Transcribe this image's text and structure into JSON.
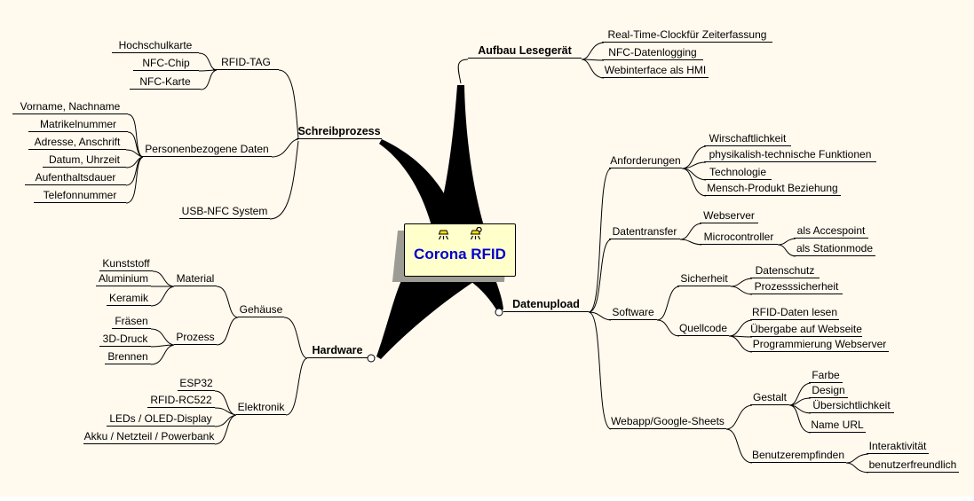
{
  "colors": {
    "background": "#FFF9EE",
    "line": "#000000",
    "root_fill": "#FFFFCC",
    "root_text": "#0000CC",
    "root_shadow": "#9C9C94",
    "icon_yellow": "#FFDF00"
  },
  "root": {
    "label": "Corona RFID",
    "icons": [
      "lamp-icon",
      "lamp-hook-icon"
    ]
  },
  "branches": [
    {
      "label": "Schreibprozess",
      "children": [
        {
          "label": "RFID-TAG",
          "children": [
            {
              "label": "Hochschulkarte"
            },
            {
              "label": "NFC-Chip"
            },
            {
              "label": "NFC-Karte"
            }
          ]
        },
        {
          "label": "Personenbezogene Daten",
          "children": [
            {
              "label": "Vorname, Nachname"
            },
            {
              "label": "Matrikelnummer"
            },
            {
              "label": "Adresse, Anschrift"
            },
            {
              "label": "Datum, Uhrzeit"
            },
            {
              "label": "Aufenthaltsdauer"
            },
            {
              "label": "Telefonnummer"
            }
          ]
        },
        {
          "label": "USB-NFC System"
        }
      ]
    },
    {
      "label": "Aufbau Lesegerät",
      "children": [
        {
          "label": "Real-Time-Clockfür Zeiterfassung"
        },
        {
          "label": "NFC-Datenlogging"
        },
        {
          "label": "Webinterface als HMI"
        }
      ]
    },
    {
      "label": "Datenupload",
      "children": [
        {
          "label": "Anforderungen",
          "children": [
            {
              "label": "Wirschaftlichkeit"
            },
            {
              "label": "physikalish-technische Funktionen"
            },
            {
              "label": "Technologie"
            },
            {
              "label": "Mensch-Produkt Beziehung"
            }
          ]
        },
        {
          "label": "Datentransfer",
          "children": [
            {
              "label": "Webserver"
            },
            {
              "label": "Microcontroller",
              "children": [
                {
                  "label": "als Accespoint"
                },
                {
                  "label": "als Stationmode"
                }
              ]
            }
          ]
        },
        {
          "label": "Software",
          "children": [
            {
              "label": "Sicherheit",
              "children": [
                {
                  "label": "Datenschutz"
                },
                {
                  "label": "Prozesssicherheit"
                }
              ]
            },
            {
              "label": "Quellcode",
              "children": [
                {
                  "label": "RFID-Daten lesen"
                },
                {
                  "label": "Übergabe auf Webseite"
                },
                {
                  "label": "Programmierung Webserver"
                }
              ]
            }
          ]
        },
        {
          "label": "Webapp/Google-Sheets",
          "children": [
            {
              "label": "Gestalt",
              "children": [
                {
                  "label": "Farbe"
                },
                {
                  "label": "Design"
                },
                {
                  "label": "Übersichtlichkeit"
                },
                {
                  "label": "Name URL"
                }
              ]
            },
            {
              "label": "Benutzerempfinden",
              "children": [
                {
                  "label": "Interaktivität"
                },
                {
                  "label": "benutzerfreundlich"
                }
              ]
            }
          ]
        }
      ]
    },
    {
      "label": "Hardware",
      "children": [
        {
          "label": "Gehäuse",
          "children": [
            {
              "label": "Material",
              "children": [
                {
                  "label": "Kunststoff"
                },
                {
                  "label": "Aluminium"
                },
                {
                  "label": "Keramik"
                }
              ]
            },
            {
              "label": "Prozess",
              "children": [
                {
                  "label": "Fräsen"
                },
                {
                  "label": "3D-Druck"
                },
                {
                  "label": "Brennen"
                }
              ]
            }
          ]
        },
        {
          "label": "Elektronik",
          "children": [
            {
              "label": "ESP32"
            },
            {
              "label": "RFID-RC522"
            },
            {
              "label": "LEDs / OLED-Display"
            },
            {
              "label": "Akku / Netzteil / Powerbank"
            }
          ]
        }
      ]
    }
  ]
}
